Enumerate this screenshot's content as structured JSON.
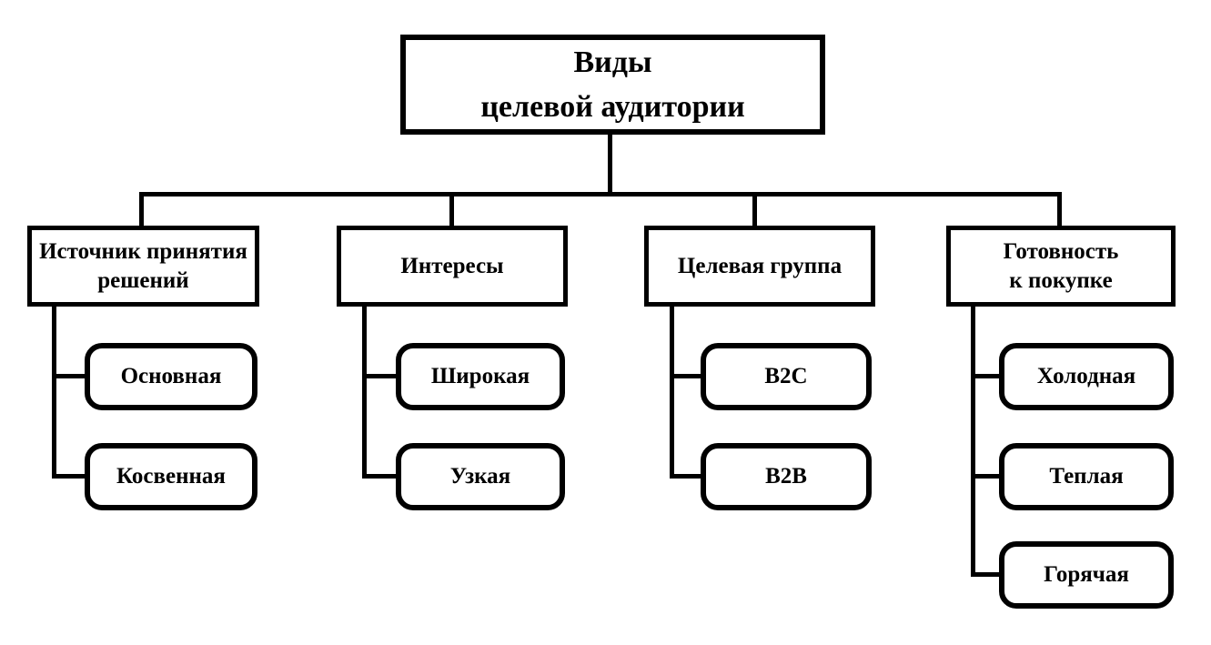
{
  "diagram": {
    "background_color": "#ffffff",
    "line_color": "#000000",
    "text_color": "#000000",
    "root": {
      "label": "Виды\nцелевой аудитории"
    },
    "branches": [
      {
        "label": "Источник принятия\nрешений",
        "children": [
          {
            "label": "Основная"
          },
          {
            "label": "Косвенная"
          }
        ]
      },
      {
        "label": "Интересы",
        "children": [
          {
            "label": "Широкая"
          },
          {
            "label": "Узкая"
          }
        ]
      },
      {
        "label": "Целевая группа",
        "children": [
          {
            "label": "B2C"
          },
          {
            "label": "B2B"
          }
        ]
      },
      {
        "label": "Готовность\nк покупке",
        "children": [
          {
            "label": "Холодная"
          },
          {
            "label": "Теплая"
          },
          {
            "label": "Горячая"
          }
        ]
      }
    ]
  }
}
